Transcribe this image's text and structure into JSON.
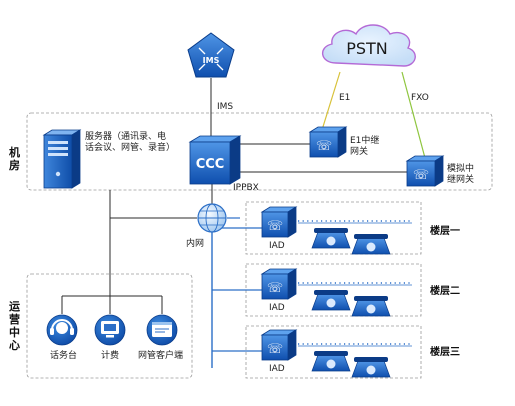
{
  "cloud": {
    "label": "PSTN"
  },
  "ims": {
    "label": "IMS",
    "link_label": "IMS"
  },
  "links": {
    "e1": "E1",
    "fxo": "FXO"
  },
  "pbx": {
    "label": "IPPBX",
    "face_text": "CCC"
  },
  "e1_gateway": {
    "label_line1": "E1中继",
    "label_line2": "网关"
  },
  "analog_gateway": {
    "label_line1": "模拟中",
    "label_line2": "继网关"
  },
  "server": {
    "label_line1": "服务器（通讯录、电",
    "label_line2": "话会议、网管、录音）"
  },
  "router": {
    "label": "内网"
  },
  "sections": {
    "machine_room": [
      "机",
      "房"
    ],
    "ops_center": [
      "运",
      "营",
      "中",
      "心"
    ]
  },
  "floors": [
    {
      "device_label": "IAD",
      "name": "楼层一"
    },
    {
      "device_label": "IAD",
      "name": "楼层二"
    },
    {
      "device_label": "IAD",
      "name": "楼层三"
    }
  ],
  "ops_terminals": [
    {
      "label": "话务台",
      "icon": "headset-icon"
    },
    {
      "label": "计费",
      "icon": "billing-icon"
    },
    {
      "label": "网管客户端",
      "icon": "network-admin-icon"
    }
  ],
  "colors": {
    "device_blue": "#1b66c9",
    "link_yellow": "#d8c23a",
    "link_green": "#8fc63f",
    "pstn_purple": "#b46ad6",
    "trunk_blue": "#2c6fc7"
  }
}
